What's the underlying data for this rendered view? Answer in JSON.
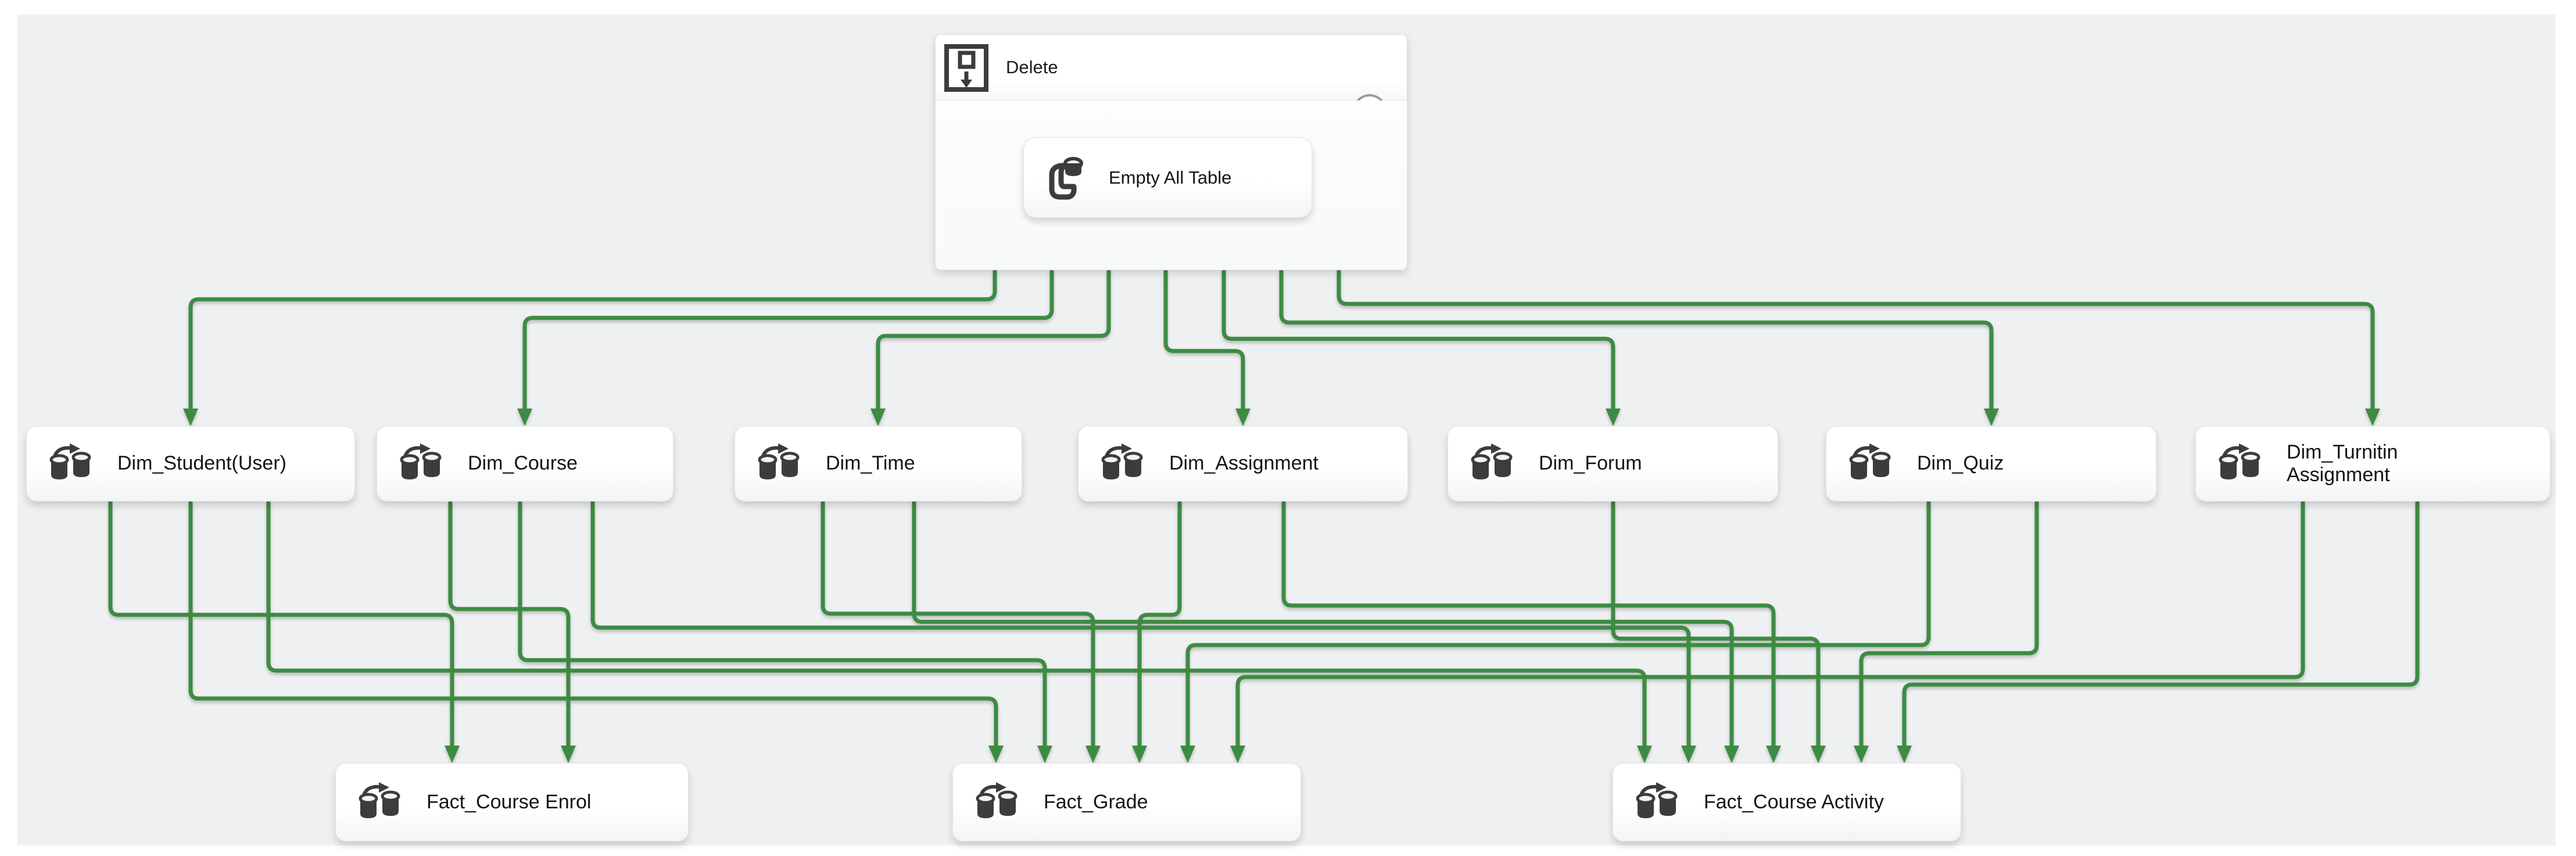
{
  "canvas": {
    "page_background": "#ffffff",
    "background": "#eef0f2"
  },
  "colors": {
    "connector": "#3e8b42",
    "node_text": "#141414",
    "icon": "#3c3c3c"
  },
  "container": {
    "title": "Delete",
    "icon": "sequence-container-icon",
    "collapse_button": "chevron-up-icon"
  },
  "task": {
    "label": "Empty All Table",
    "icon": "sql-scroll-icon"
  },
  "dim_nodes": [
    {
      "id": "dim_student",
      "label": "Dim_Student(User)",
      "icon": "data-flow-icon"
    },
    {
      "id": "dim_course",
      "label": "Dim_Course",
      "icon": "data-flow-icon"
    },
    {
      "id": "dim_time",
      "label": "Dim_Time",
      "icon": "data-flow-icon"
    },
    {
      "id": "dim_assignment",
      "label": "Dim_Assignment",
      "icon": "data-flow-icon"
    },
    {
      "id": "dim_forum",
      "label": "Dim_Forum",
      "icon": "data-flow-icon"
    },
    {
      "id": "dim_quiz",
      "label": "Dim_Quiz",
      "icon": "data-flow-icon"
    },
    {
      "id": "dim_turnitin",
      "label": "Dim_Turnitin Assignment",
      "icon": "data-flow-icon"
    }
  ],
  "fact_nodes": [
    {
      "id": "fact_course_enrol",
      "label": "Fact_Course Enrol",
      "icon": "data-flow-icon"
    },
    {
      "id": "fact_grade",
      "label": "Fact_Grade",
      "icon": "data-flow-icon"
    },
    {
      "id": "fact_course_activity",
      "label": "Fact_Course Activity",
      "icon": "data-flow-icon"
    }
  ],
  "edges": [
    {
      "from": "Delete",
      "to": "Dim_Student(User)"
    },
    {
      "from": "Delete",
      "to": "Dim_Course"
    },
    {
      "from": "Delete",
      "to": "Dim_Time"
    },
    {
      "from": "Delete",
      "to": "Dim_Assignment"
    },
    {
      "from": "Delete",
      "to": "Dim_Forum"
    },
    {
      "from": "Delete",
      "to": "Dim_Quiz"
    },
    {
      "from": "Delete",
      "to": "Dim_Turnitin Assignment"
    },
    {
      "from": "Dim_Student(User)",
      "to": "Fact_Course Enrol"
    },
    {
      "from": "Dim_Course",
      "to": "Fact_Course Enrol"
    },
    {
      "from": "Dim_Student(User)",
      "to": "Fact_Grade"
    },
    {
      "from": "Dim_Course",
      "to": "Fact_Grade"
    },
    {
      "from": "Dim_Time",
      "to": "Fact_Grade"
    },
    {
      "from": "Dim_Assignment",
      "to": "Fact_Grade"
    },
    {
      "from": "Dim_Quiz",
      "to": "Fact_Grade"
    },
    {
      "from": "Dim_Turnitin Assignment",
      "to": "Fact_Grade"
    },
    {
      "from": "Dim_Student(User)",
      "to": "Fact_Course Activity"
    },
    {
      "from": "Dim_Course",
      "to": "Fact_Course Activity"
    },
    {
      "from": "Dim_Time",
      "to": "Fact_Course Activity"
    },
    {
      "from": "Dim_Assignment",
      "to": "Fact_Course Activity"
    },
    {
      "from": "Dim_Forum",
      "to": "Fact_Course Activity"
    },
    {
      "from": "Dim_Quiz",
      "to": "Fact_Course Activity"
    },
    {
      "from": "Dim_Turnitin Assignment",
      "to": "Fact_Course Activity"
    }
  ]
}
